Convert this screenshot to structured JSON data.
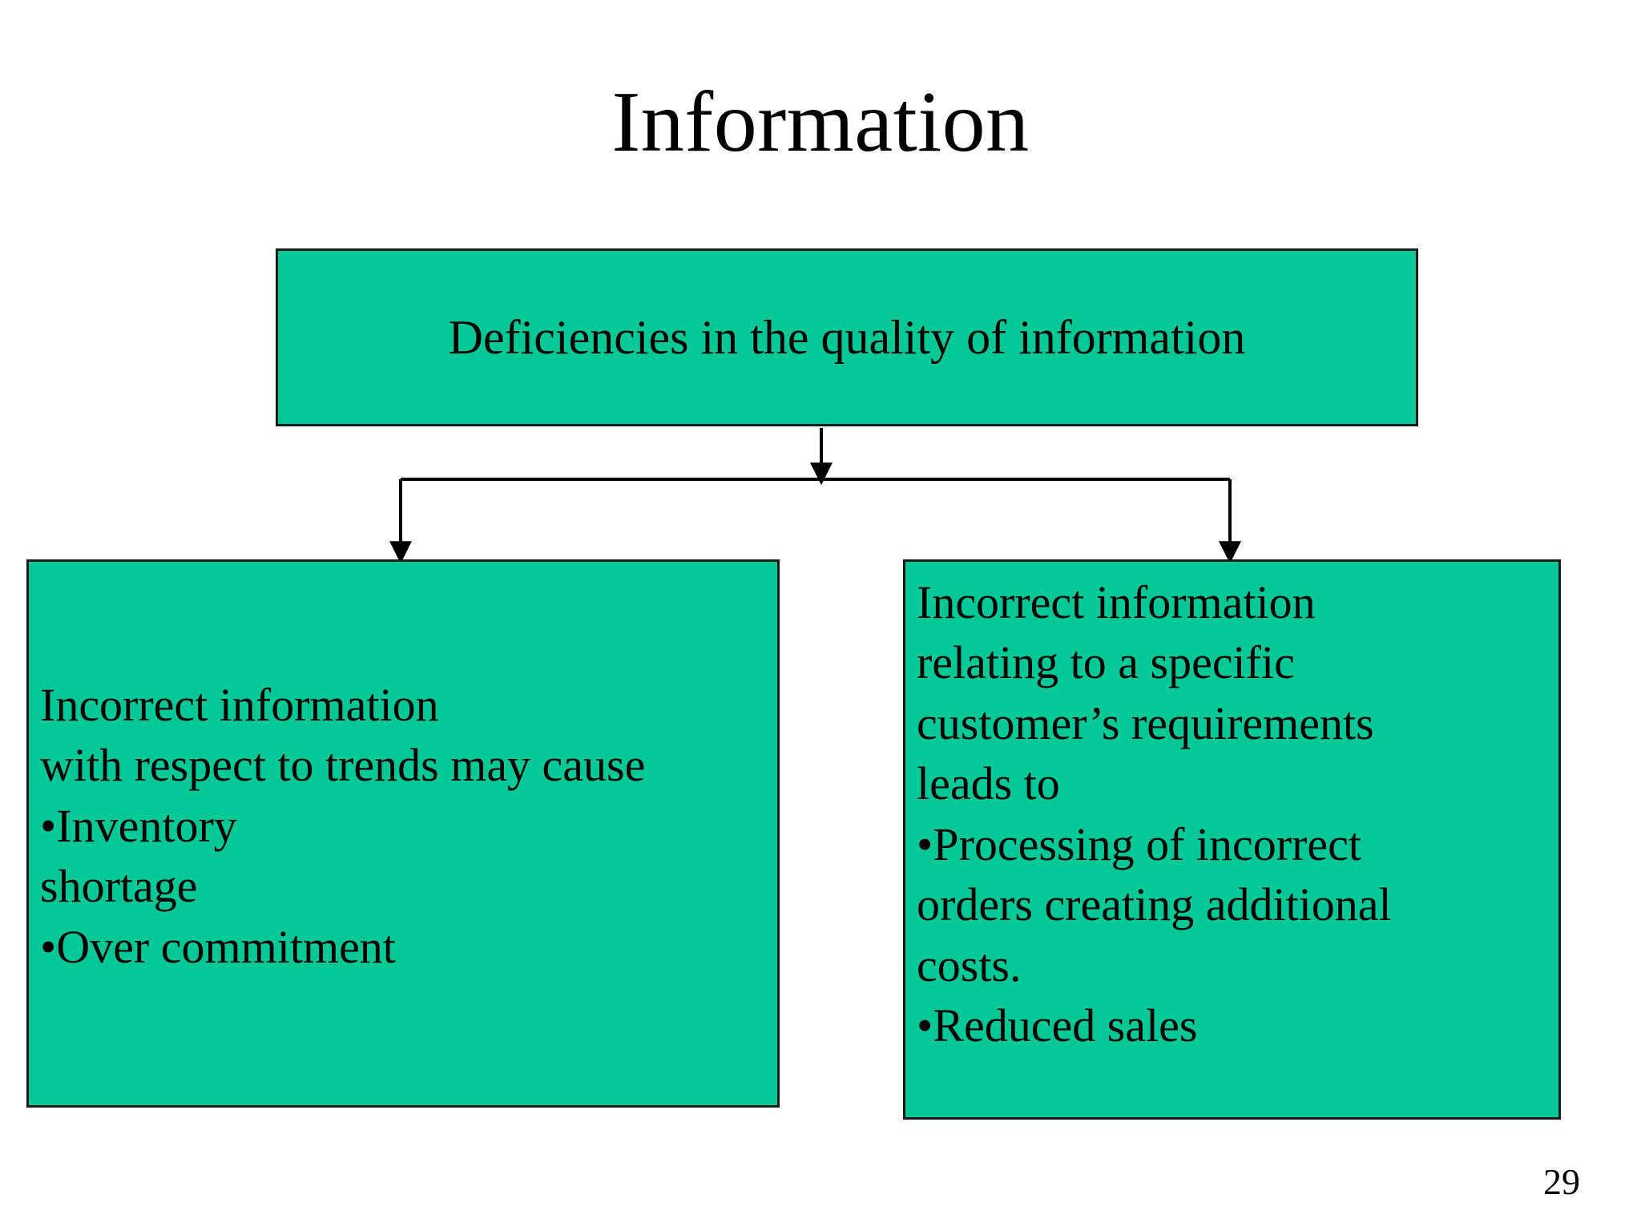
{
  "slide": {
    "title": "Information",
    "page_number": "29",
    "background_color": "#ffffff",
    "box_fill_color": "#04c996",
    "box_border_color": "#1a1a1a",
    "text_color": "#000000"
  },
  "diagram": {
    "root_box": {
      "label": "Deficiencies in the quality of information"
    },
    "left_box": {
      "lines": [
        "Incorrect information",
        "with respect to trends may cause",
        "•Inventory",
        "shortage",
        "•Over commitment"
      ]
    },
    "right_box": {
      "lines": [
        "Incorrect information",
        " relating to a specific",
        "customer’s requirements",
        "leads to",
        "•Processing of incorrect",
        "orders creating additional",
        "costs.",
        "•Reduced sales"
      ]
    },
    "connectors": {
      "style": "elbow-with-arrowheads",
      "from": "root_box",
      "to": [
        "left_box",
        "right_box"
      ]
    }
  }
}
